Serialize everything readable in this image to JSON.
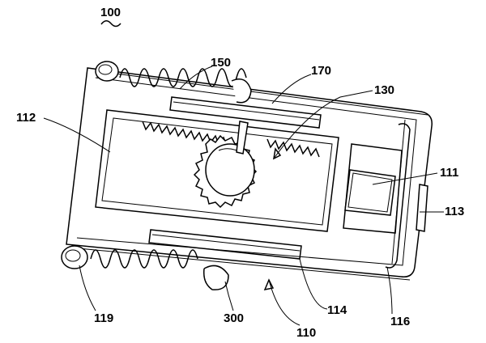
{
  "figure": {
    "ref_main": "100",
    "labels": {
      "l150": "150",
      "l170": "170",
      "l130": "130",
      "l112": "112",
      "l111": "111",
      "l113": "113",
      "l119": "119",
      "l300": "300",
      "l114": "114",
      "l116": "116",
      "l110": "110"
    }
  }
}
